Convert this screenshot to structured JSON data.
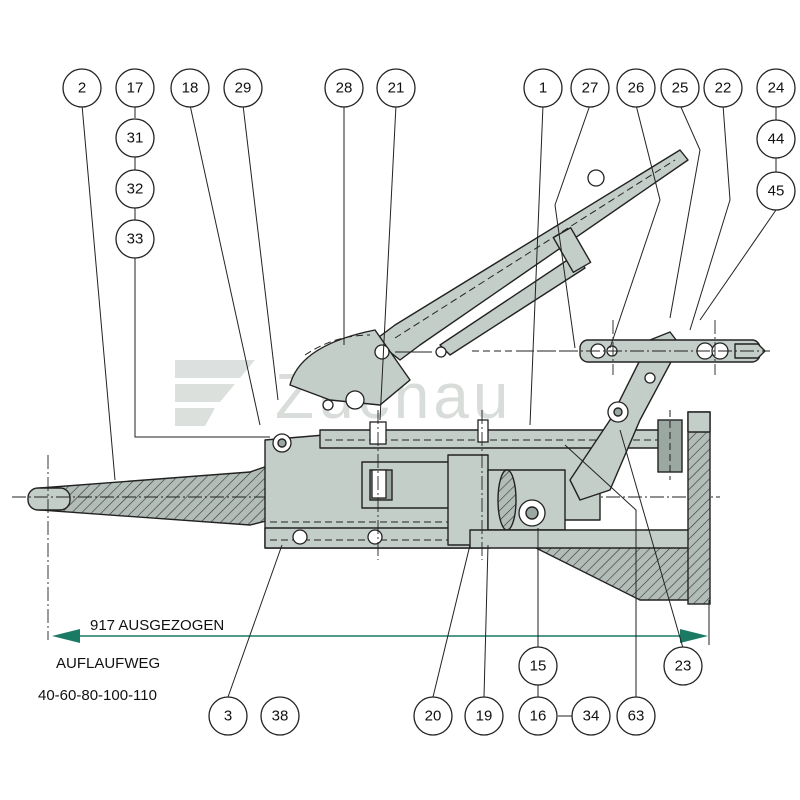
{
  "watermark": {
    "text": "Zuchau"
  },
  "callouts": [
    {
      "id": "c-2",
      "label": "2"
    },
    {
      "id": "c-17",
      "label": "17"
    },
    {
      "id": "c-31",
      "label": "31"
    },
    {
      "id": "c-32",
      "label": "32"
    },
    {
      "id": "c-33",
      "label": "33"
    },
    {
      "id": "c-18",
      "label": "18"
    },
    {
      "id": "c-29",
      "label": "29"
    },
    {
      "id": "c-28",
      "label": "28"
    },
    {
      "id": "c-21",
      "label": "21"
    },
    {
      "id": "c-1",
      "label": "1"
    },
    {
      "id": "c-27",
      "label": "27"
    },
    {
      "id": "c-26",
      "label": "26"
    },
    {
      "id": "c-25",
      "label": "25"
    },
    {
      "id": "c-22",
      "label": "22"
    },
    {
      "id": "c-24",
      "label": "24"
    },
    {
      "id": "c-44",
      "label": "44"
    },
    {
      "id": "c-45",
      "label": "45"
    },
    {
      "id": "c-23",
      "label": "23"
    },
    {
      "id": "c-15",
      "label": "15"
    },
    {
      "id": "c-3",
      "label": "3"
    },
    {
      "id": "c-38",
      "label": "38"
    },
    {
      "id": "c-20",
      "label": "20"
    },
    {
      "id": "c-19",
      "label": "19"
    },
    {
      "id": "c-16",
      "label": "16"
    },
    {
      "id": "c-34",
      "label": "34"
    },
    {
      "id": "c-63",
      "label": "63"
    }
  ],
  "dimension": {
    "label": "917 AUSGEZOGEN"
  },
  "notes": {
    "travel_title": "AUFLAUFWEG",
    "travel_values": "40-60-80-100-110"
  },
  "colors": {
    "part_fill": "#c4cec9",
    "dimension": "#1a7a63"
  }
}
